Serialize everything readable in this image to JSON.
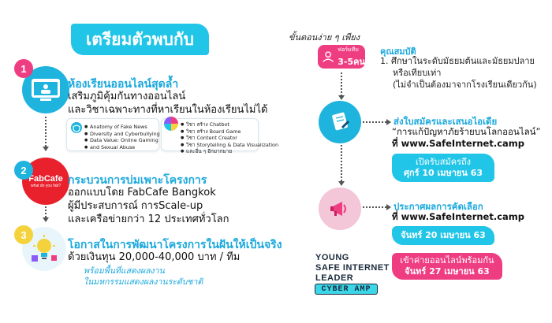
{
  "left": {
    "title": "เตรียมตัวพบกับ",
    "steps": [
      {
        "number": "1",
        "heading": "ห้องเรียนออนไลน์สุดล้ำ",
        "lines": [
          "เสริมภูมิคุ้มกันทางออนไลน์",
          "และวิชาเฉพาะทางที่หาเรียนในห้องเรียนไม่ได้"
        ],
        "card1": [
          "Anatomy of Fake News",
          "Diversity and Cyberbullying",
          "Data Value: Online Gaming",
          "and Sexual Abuse"
        ],
        "card2": [
          "วิชา สร้าง Chatbot",
          "วิชา สร้าง Board Game",
          "วิชา Content Creator",
          "วิชา Storytelling & Data Visualization",
          "และอื่น ๆ อีกมากมาย"
        ]
      },
      {
        "number": "2",
        "heading": "กระบวนการบ่มเพาะโครงการ",
        "logo_main": "FabCafe",
        "logo_sub": "what do you fab?",
        "lines": [
          "ออกแบบโดย FabCafe Bangkok",
          "ผู้มีประสบการณ์ การScale-up",
          "และเครือข่ายกว่า 12 ประเทศทั่วโลก"
        ]
      },
      {
        "number": "3",
        "heading": "โอกาสในการพัฒนาโครงการในฝันให้เป็นจริง",
        "lines": [
          "ด้วยเงินทุน 20,000-40,000 บาท / ทีม"
        ],
        "note": [
          "พร้อมพื้นที่แสดงผลงาน",
          "ในมหกรรมแสดงผลงานระดับชาติ"
        ]
      }
    ]
  },
  "right": {
    "intro": "ขั้นตอนง่าย ๆ เพียง",
    "team_badge": {
      "top": "ฟอร์มทีม",
      "bottom": "3-5คน"
    },
    "qualifications": {
      "title": "คุณสมบัติ",
      "lines": [
        "1.  ศึกษาในระดับมัธยมต้นและมัธยมปลาย",
        "หรือเทียบเท่า",
        "(ไม่จำเป็นต้องมาจากโรงเรียนเดียวกัน)"
      ]
    },
    "submit": {
      "heading": "ส่งใบสมัครและเสนอไอเดีย",
      "quote": "“การแก้ปัญหาภัยร้ายบนโลกออนไลน์”",
      "site": "ที่ www.SafeInternet.camp",
      "deadline_label": "เปิดรับสมัครถึง",
      "deadline_date": "ศุกร์ 10 เมษายน 63"
    },
    "announce": {
      "heading": "ประกาศผลการคัดเลือก",
      "site": "ที่ www.SafeInternet.camp",
      "date": "จันทร์ 20 เมษายน 63"
    },
    "camp": {
      "label": "เข้าค่ายออนไลน์พร้อมกัน",
      "date": "จันทร์ 27 เมษายน 63"
    },
    "logo": {
      "lines": [
        "YOUNG",
        "SAFE INTERNET",
        "LEADER"
      ],
      "tag": "CYBER  AMP"
    }
  },
  "colors": {
    "cyan": "#21c5e7",
    "heading": "#1aa8dd",
    "pink": "#ef3d82",
    "yellow": "#f4d23c"
  }
}
